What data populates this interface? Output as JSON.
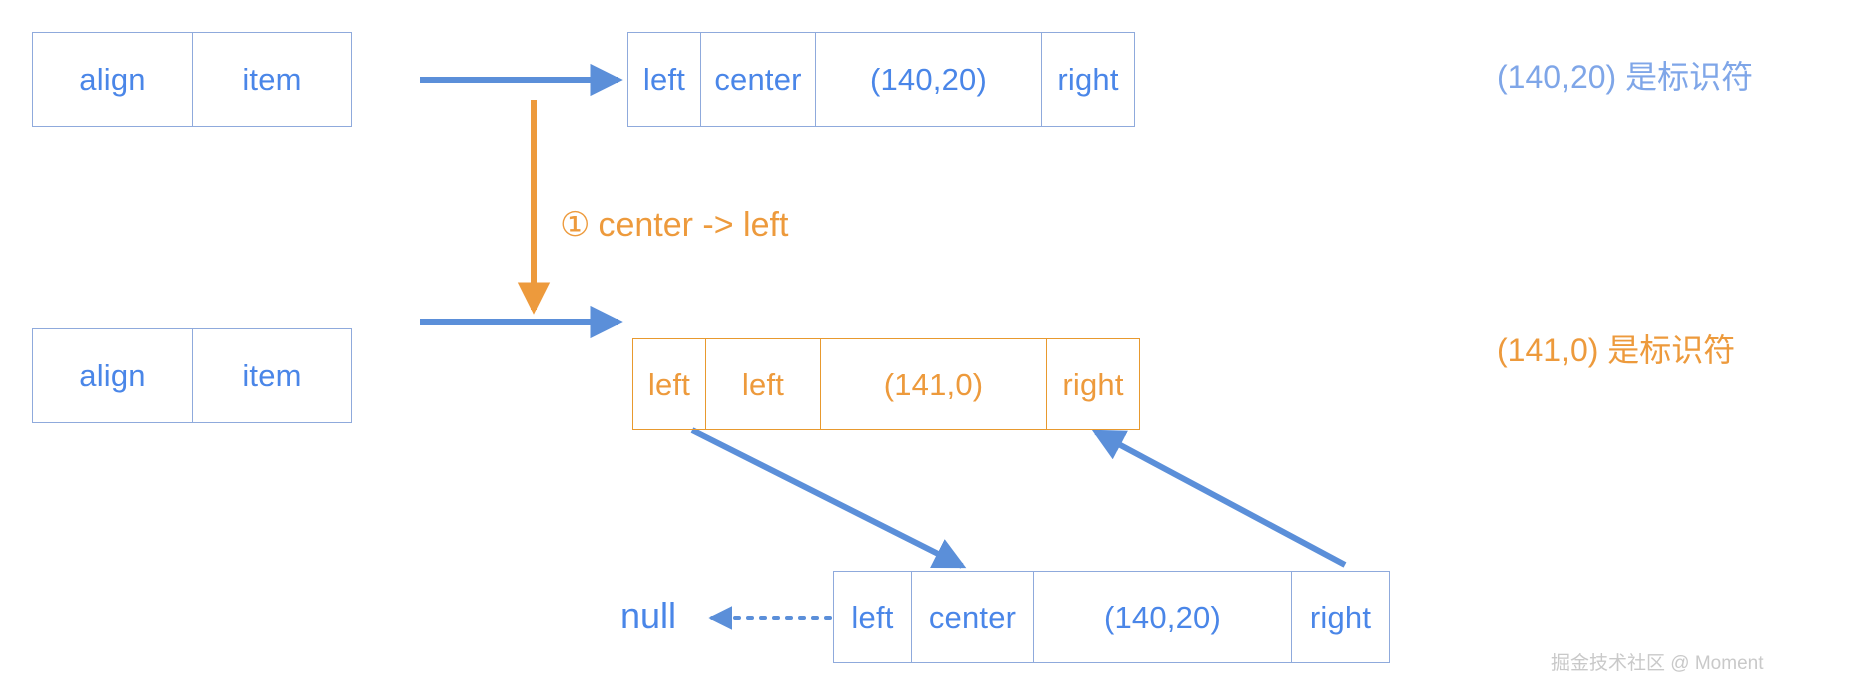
{
  "colors": {
    "blue_text": "#4a86e8",
    "blue_border": "#8faadc",
    "blue_arrow": "#5b8fd9",
    "orange_text": "#ed9a3c",
    "orange_border": "#e8992e",
    "orange_arrow": "#ed9a3c",
    "watermark": "#c9c9c9"
  },
  "row1": {
    "pair": {
      "align_label": "align",
      "item_label": "item"
    },
    "node": {
      "left_label": "left",
      "center_label": "center",
      "value_label": "(140,20)",
      "right_label": "right"
    },
    "annotation": "(140,20) 是标识符"
  },
  "step": {
    "marker": "①",
    "text": "center -> left"
  },
  "row2": {
    "pair": {
      "align_label": "align",
      "item_label": "item"
    },
    "node": {
      "left_label": "left",
      "center_label": "left",
      "value_label": "(141,0)",
      "right_label": "right"
    },
    "annotation": "(141,0) 是标识符"
  },
  "row3": {
    "null_label": "null",
    "node": {
      "left_label": "left",
      "center_label": "center",
      "value_label": "(140,20)",
      "right_label": "right"
    }
  },
  "watermark": "掘金技术社区 @ Moment"
}
